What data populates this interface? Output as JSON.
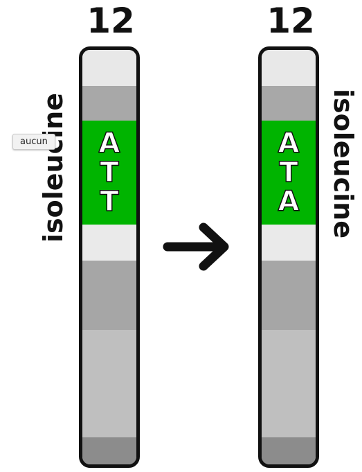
{
  "left": {
    "number": "12",
    "label": "isoleucine",
    "codon": [
      "A",
      "T",
      "T"
    ]
  },
  "right": {
    "number": "12",
    "label": "isoleucine",
    "codon": [
      "A",
      "T",
      "A"
    ]
  },
  "tooltip": {
    "text": "aucun"
  },
  "icons": {
    "arrow": "right-arrow-icon"
  },
  "colors": {
    "codon_band": "#00b400",
    "outline": "#111111"
  }
}
